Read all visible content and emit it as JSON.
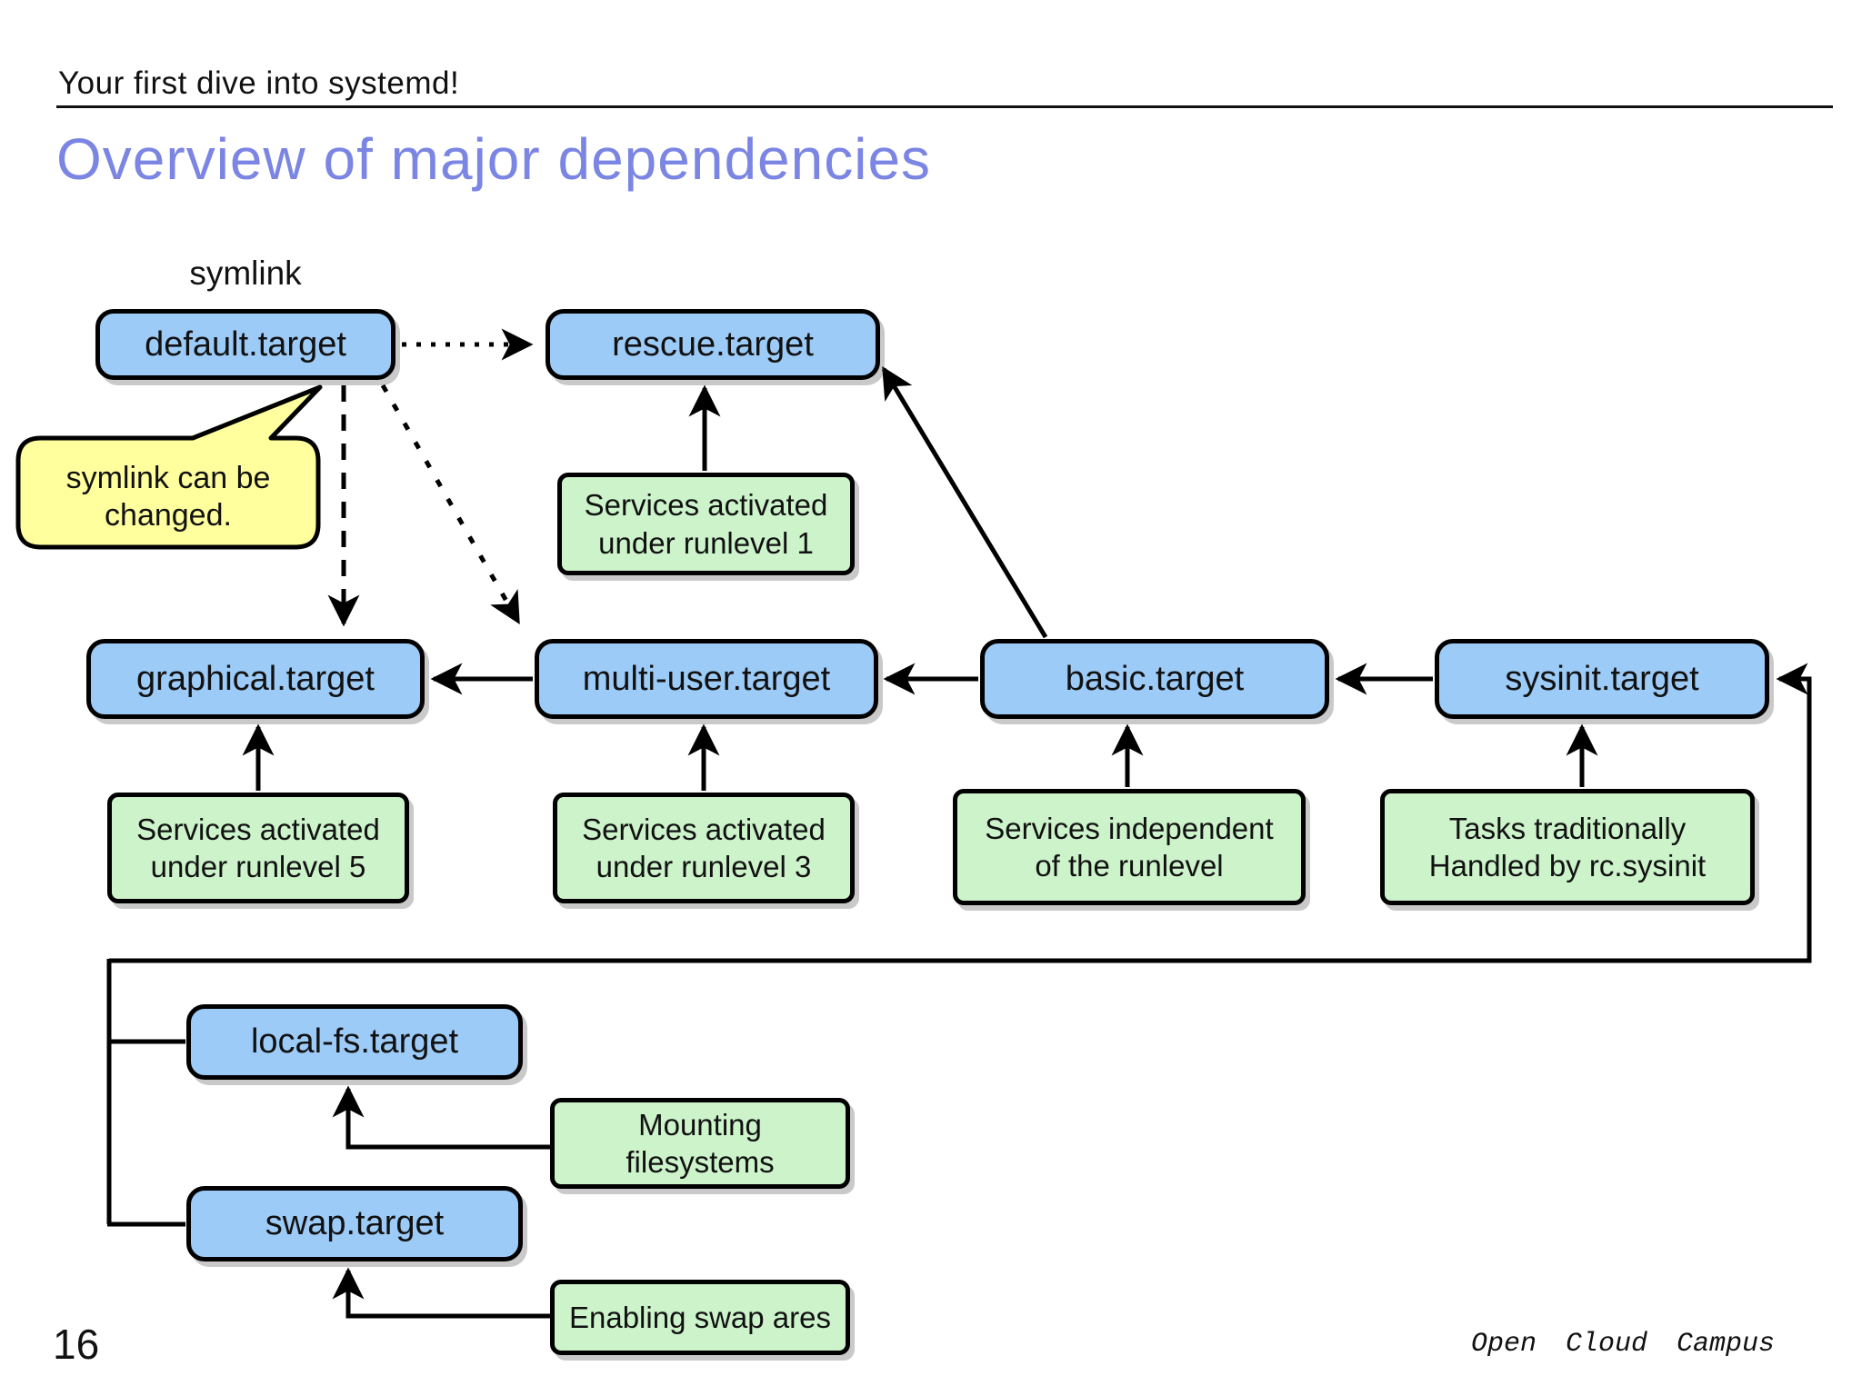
{
  "header": {
    "eyebrow": "Your first dive into systemd!",
    "title": "Overview of major dependencies"
  },
  "diagram": {
    "symlink_label": "symlink",
    "callout_text": "symlink can be\nchanged.",
    "nodes": {
      "default": "default.target",
      "rescue": "rescue.target",
      "graphical": "graphical.target",
      "multi_user": "multi-user.target",
      "basic": "basic.target",
      "sysinit": "sysinit.target",
      "local_fs": "local-fs.target",
      "swap": "swap.target"
    },
    "notes": {
      "runlevel1": "Services activated\nunder runlevel 1",
      "runlevel5": "Services activated\nunder runlevel 5",
      "runlevel3": "Services activated\nunder runlevel 3",
      "runlevel_independent": "Services independent\nof the runlevel",
      "rc_sysinit": "Tasks traditionally\nHandled by rc.sysinit",
      "mounting": "Mounting\nfilesystems",
      "swap_areas": "Enabling swap ares"
    }
  },
  "footer": {
    "page_number": "16",
    "brand": "Open Cloud Campus"
  },
  "colors": {
    "title": "#7b85e3",
    "target_fill": "#9dcbf7",
    "note_fill": "#cdf3cb",
    "callout_fill": "#ffff9e"
  }
}
